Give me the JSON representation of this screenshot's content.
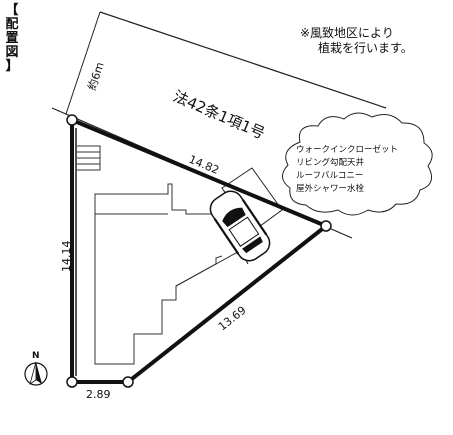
{
  "title": {
    "bracket_open": "【",
    "chars": [
      "配",
      "置",
      "図"
    ],
    "bracket_close": "】"
  },
  "note": {
    "line1": "※風致地区により",
    "line2": "植栽を行います。"
  },
  "road": {
    "width_label": "約6m",
    "designation": "法42条1項1号"
  },
  "dimensions": {
    "north_edge": "14.82",
    "west_edge": "14.14",
    "southeast_edge": "13.69",
    "south_edge": "2.89"
  },
  "features": [
    "ウォークインクローゼット",
    "リビング勾配天井",
    "ルーフバルコニー",
    "屋外シャワー水栓"
  ],
  "compass": {
    "label": "N"
  }
}
